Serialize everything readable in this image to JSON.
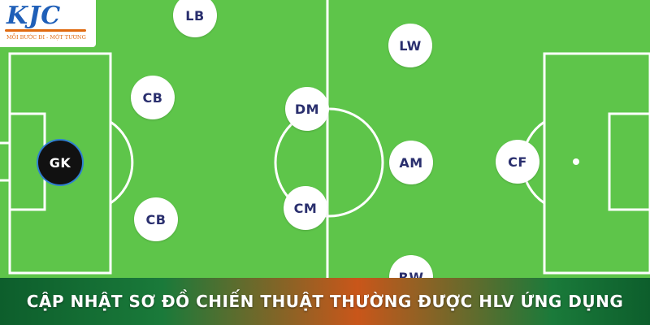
{
  "logo": {
    "mark": "KJC",
    "tagline": "MỖI BƯỚC ĐI - MỘT TƯƠNG"
  },
  "positions": {
    "lb": "LB",
    "lw": "LW",
    "cb_top": "CB",
    "dm": "DM",
    "gk": "GK",
    "am": "AM",
    "cf": "CF",
    "cb_bottom": "CB",
    "cm": "CM",
    "rw": "RW"
  },
  "banner": {
    "title": "CẬP NHẬT SƠ ĐỒ CHIẾN THUẬT THƯỜNG ĐƯỢC HLV ỨNG DỤNG"
  },
  "colors": {
    "pitch": "#5ec54a",
    "lines": "#ffffff",
    "player_text": "#2a2f6e",
    "gk_fill": "#111111"
  }
}
